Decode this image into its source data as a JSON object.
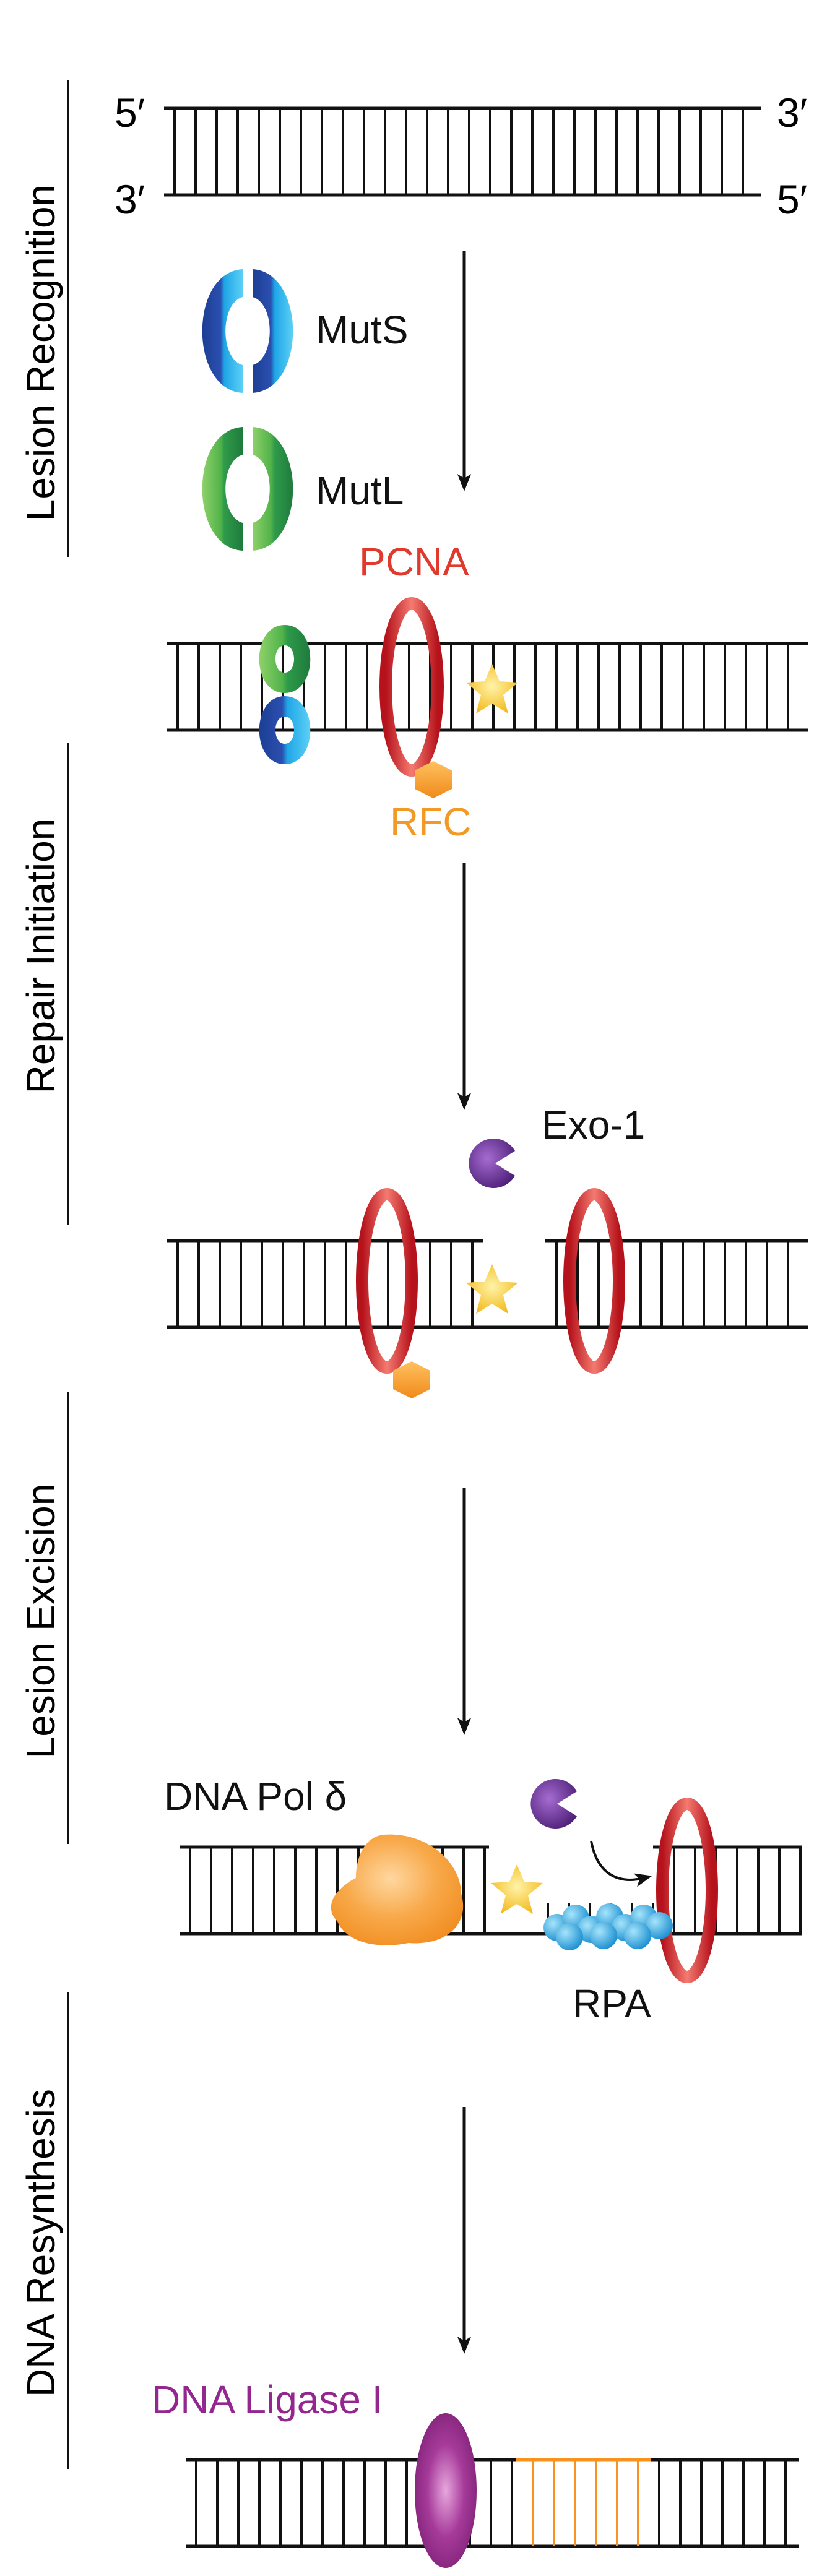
{
  "colors": {
    "strand": "#111111",
    "pcna": "#d8232a",
    "rfc": "#f39a26",
    "mutl_green": "#39b54a",
    "muts_blue": "#1c75bc",
    "muts_cyan": "#29abe2",
    "exo_purple": "#662d91",
    "rpa_blue": "#29abe2",
    "lesion_star": "#f7c51e",
    "ligase_purple": "#93278f",
    "new_dna_orange": "#f7931e"
  },
  "strand_ends": {
    "top_left": "5′",
    "top_right": "3′",
    "bottom_left": "3′",
    "bottom_right": "5′"
  },
  "stages": [
    {
      "label": "Lesion Recognition"
    },
    {
      "label": "Repair Initiation"
    },
    {
      "label": "Lesion Excision"
    },
    {
      "label": "DNA Resynthesis"
    }
  ],
  "proteins": {
    "muts": "MutS",
    "mutl": "MutL",
    "pcna": "PCNA",
    "rfc": "RFC",
    "exo1": "Exo-1",
    "pol_delta": "DNA Pol δ",
    "rpa": "RPA",
    "ligase": "DNA Ligase I"
  },
  "icons": {
    "lesion": "star-icon",
    "muts": "c-clamp-icon",
    "mutl": "c-clamp-icon",
    "pcna": "ring-icon",
    "rfc": "hexagon-icon",
    "exo1": "pacman-icon",
    "rpa": "bead-cluster-icon",
    "pol_delta": "blob-icon",
    "ligase": "oval-icon",
    "arrow": "down-arrow-icon"
  }
}
